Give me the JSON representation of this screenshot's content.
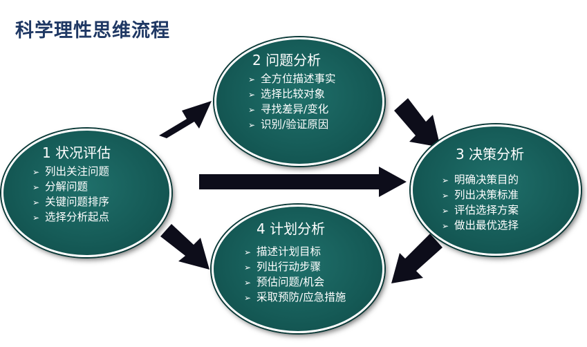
{
  "title": "科学理性思维流程",
  "nodes": {
    "n1": {
      "number": "1",
      "label": "状况评估",
      "items": [
        "列出关注问题",
        "分解问题",
        "关键问题排序",
        "选择分析起点"
      ]
    },
    "n2": {
      "number": "2",
      "label": "问题分析",
      "items": [
        "全方位描述事实",
        "选择比较对象",
        "寻找差异/变化",
        "识别/验证原因"
      ]
    },
    "n3": {
      "number": "3",
      "label": "决策分析",
      "items": [
        "明确决策目的",
        "列出决策标准",
        "评估选择方案",
        "做出最优选择"
      ]
    },
    "n4": {
      "number": "4",
      "label": "计划分析",
      "items": [
        "描述计划目标",
        "列出行动步骤",
        "预估问题/机会",
        "采取预防/应急措施"
      ]
    }
  },
  "colors": {
    "title": "#1f3864",
    "node_fill": "#155a56",
    "arrow": "#0d0d1a"
  }
}
